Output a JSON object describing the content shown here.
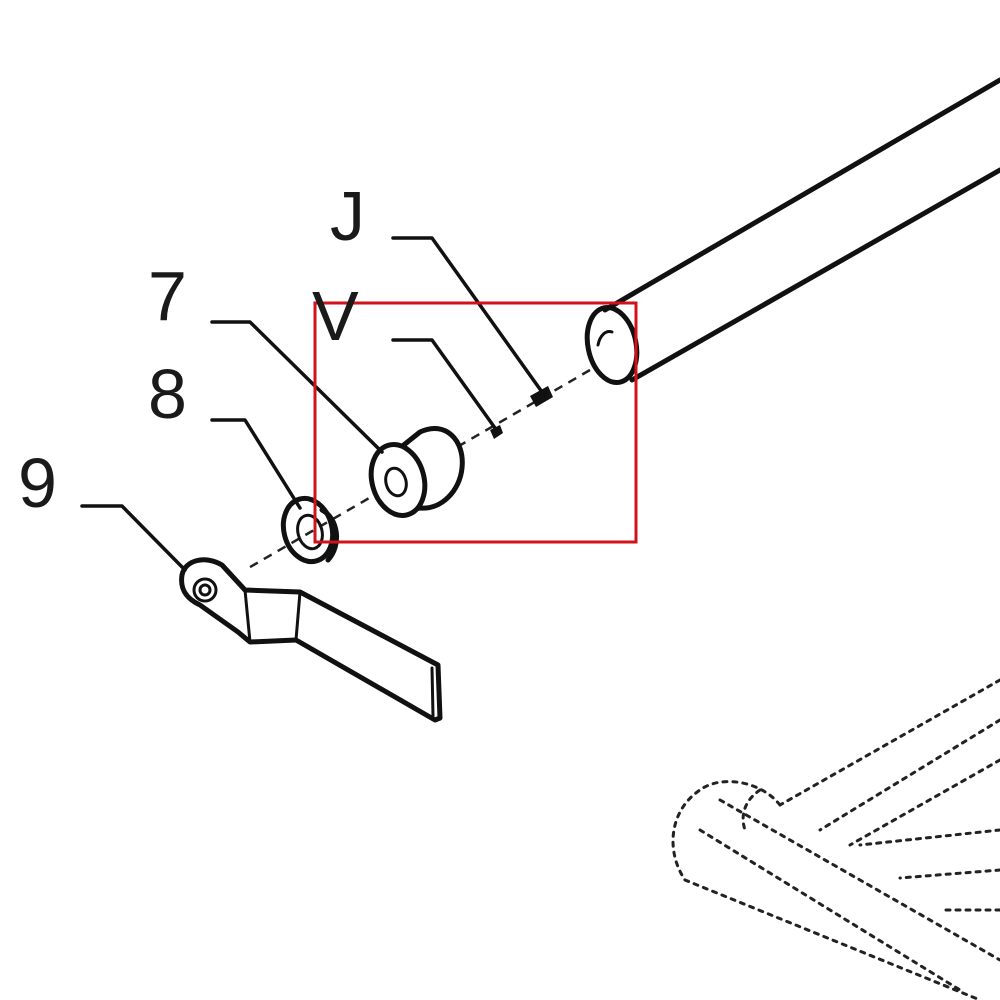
{
  "diagram": {
    "callouts": {
      "J": "J",
      "V": "V",
      "seven": "7",
      "eight": "8",
      "nine": "9"
    },
    "colors": {
      "ink": "#111111",
      "highlight": "#d0121b",
      "background": "#ffffff"
    }
  }
}
